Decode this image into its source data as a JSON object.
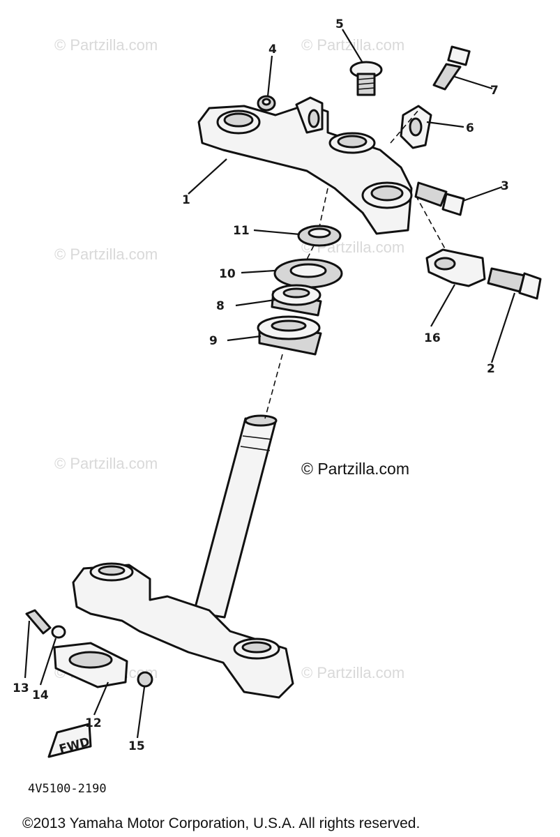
{
  "diagram": {
    "part_labels": [
      "1",
      "2",
      "3",
      "4",
      "5",
      "6",
      "7",
      "8",
      "9",
      "10",
      "11",
      "12",
      "13",
      "14",
      "15",
      "16"
    ],
    "fwd_label": "FWD",
    "part_code": "4V5100-2190",
    "copyright": "©2013 Yamaha Motor Corporation, U.S.A. All rights reserved.",
    "watermark": "© Partzilla.com",
    "watermark_center": "© Partzilla.com"
  }
}
